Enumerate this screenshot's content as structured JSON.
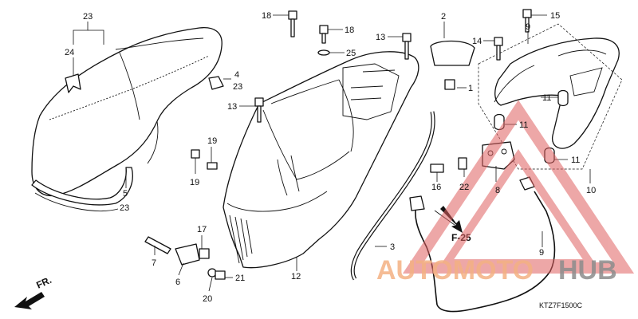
{
  "diagram": {
    "code": "KTZ7F1500C",
    "ref_label": "F-25",
    "front_label": "FR.",
    "watermark": {
      "part1": "AUTOMOTO",
      "part2": "HUB"
    },
    "callouts": [
      {
        "id": "c23a",
        "text": "23"
      },
      {
        "id": "c24",
        "text": "24"
      },
      {
        "id": "c5",
        "text": "5"
      },
      {
        "id": "c23b",
        "text": "23"
      },
      {
        "id": "c18a",
        "text": "18"
      },
      {
        "id": "c18b",
        "text": "18"
      },
      {
        "id": "c25",
        "text": "25"
      },
      {
        "id": "c4",
        "text": "4"
      },
      {
        "id": "c23c",
        "text": "23"
      },
      {
        "id": "c13a",
        "text": "13"
      },
      {
        "id": "c13b",
        "text": "13"
      },
      {
        "id": "c2",
        "text": "2"
      },
      {
        "id": "c1",
        "text": "1"
      },
      {
        "id": "c15",
        "text": "15"
      },
      {
        "id": "c14",
        "text": "14"
      },
      {
        "id": "c9top",
        "text": "9"
      },
      {
        "id": "c11a",
        "text": "11"
      },
      {
        "id": "c11b",
        "text": "11"
      },
      {
        "id": "c11c",
        "text": "11"
      },
      {
        "id": "c10",
        "text": "10"
      },
      {
        "id": "c19a",
        "text": "19"
      },
      {
        "id": "c19b",
        "text": "19"
      },
      {
        "id": "c16",
        "text": "16"
      },
      {
        "id": "c22",
        "text": "22"
      },
      {
        "id": "c8",
        "text": "8"
      },
      {
        "id": "c17",
        "text": "17"
      },
      {
        "id": "c7",
        "text": "7"
      },
      {
        "id": "c6",
        "text": "6"
      },
      {
        "id": "c21",
        "text": "21"
      },
      {
        "id": "c20",
        "text": "20"
      },
      {
        "id": "c12",
        "text": "12"
      },
      {
        "id": "c3",
        "text": "3"
      },
      {
        "id": "c9bot",
        "text": "9"
      }
    ]
  }
}
